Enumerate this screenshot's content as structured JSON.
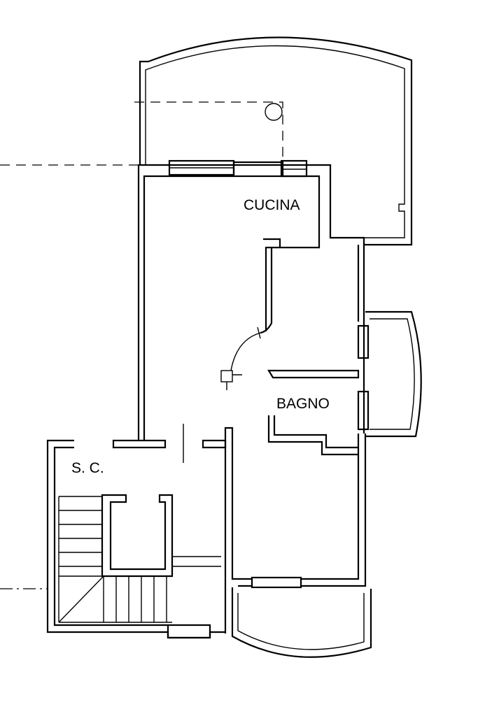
{
  "rooms": {
    "kitchen": "CUCINA",
    "bathroom": "BAGNO",
    "stairwell": "S. C."
  }
}
